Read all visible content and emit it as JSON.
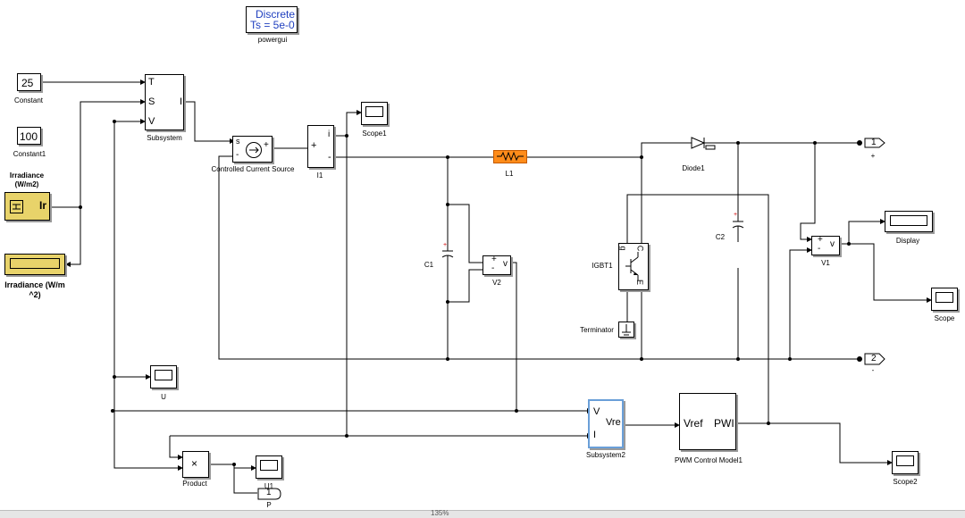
{
  "powergui": {
    "line1": "Discrete",
    "line2": "Ts = 5e-0",
    "label": "powergui"
  },
  "constant": {
    "value": "25",
    "label": "Constant"
  },
  "constant1": {
    "value": "100",
    "label": "Constant1"
  },
  "irradiance_in": {
    "title": "Irradiance (W/m2)",
    "port": "Ir"
  },
  "irradiance_out": {
    "label": "Irradiance (W/m ^2)"
  },
  "subsystem": {
    "ports": [
      "T",
      "S",
      "V",
      "I"
    ],
    "label": "Subsystem"
  },
  "ccs": {
    "s": "s",
    "plus": "+",
    "minus": "-",
    "label": "Controlled Current Source"
  },
  "i1": {
    "plus": "+",
    "i": "i",
    "minus": "-",
    "label": "I1"
  },
  "scope1": {
    "label": "Scope1"
  },
  "l1": {
    "label": "L1"
  },
  "diode": {
    "label": "Diode1"
  },
  "c1": {
    "label": "C1"
  },
  "c2": {
    "label": "C2"
  },
  "v2": {
    "plus": "+",
    "minus": "-",
    "v": "v",
    "label": "V2"
  },
  "igbt": {
    "g": "g",
    "c": "C",
    "e": "E",
    "label": "IGBT1"
  },
  "terminator": {
    "label": "Terminator"
  },
  "v1": {
    "plus": "+",
    "minus": "-",
    "v": "v",
    "label": "V1"
  },
  "display": {
    "label": "Display"
  },
  "scope": {
    "label": "Scope"
  },
  "out1": {
    "num": "1",
    "sign": "+"
  },
  "out2": {
    "num": "2",
    "sign": "-"
  },
  "u": {
    "label": "U"
  },
  "subsystem2": {
    "v": "V",
    "i": "I",
    "out": "Vre",
    "label": "Subsystem2"
  },
  "pwm": {
    "in": "Vref",
    "out": "PWI",
    "label": "PWM Control Model1"
  },
  "scope2": {
    "label": "Scope2"
  },
  "product": {
    "op": "×",
    "label": "Product"
  },
  "u1": {
    "label": "U1"
  },
  "out_p": {
    "num": "1",
    "label": "P"
  },
  "status": {
    "zoom": "135%"
  },
  "colors": {
    "inductor": "#ff8c1a",
    "irradiance": "#e8d36a",
    "powergui_text": "#1f3fbf",
    "wire": "#000000"
  }
}
